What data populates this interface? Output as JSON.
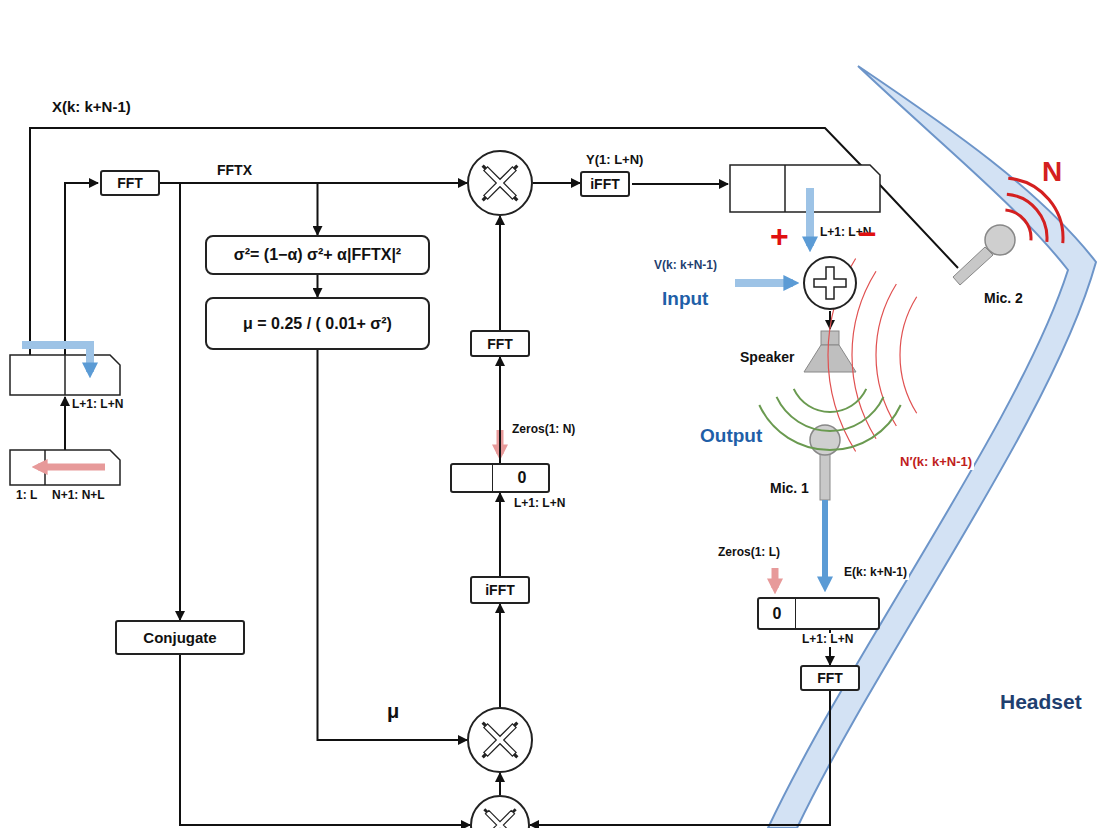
{
  "diagram": {
    "nodes": [
      {
        "text": [
          "FFT"
        ]
      },
      {
        "text": []
      },
      {
        "text": [
          "iFFT"
        ]
      },
      {
        "text": [
          "σ²= (1−α) σ²+ α|FFTX|²"
        ]
      },
      {
        "text": []
      },
      {
        "text": [
          "μ = 0.25 / ( 0.01+ σ²)"
        ]
      },
      {
        "text": [
          "FFT"
        ]
      },
      {
        "text": [
          "0"
        ]
      },
      {
        "text": [
          "iFFT"
        ]
      },
      {
        "text": []
      },
      {
        "text": [
          "Conjugate"
        ]
      },
      {
        "text": [
          "0"
        ]
      },
      {
        "text": [
          "FFT"
        ]
      },
      {
        "text": []
      }
    ],
    "edges": [
      {
        "from": 0,
        "to": 1,
        "arrow": "to"
      },
      {
        "from": 0,
        "to": 3,
        "arrow": "to"
      },
      {
        "from": 0,
        "to": 10,
        "arrow": "to"
      },
      {
        "from": 3,
        "to": 5,
        "arrow": "to"
      },
      {
        "from": 5,
        "to": 9,
        "arrow": "to"
      },
      {
        "from": 10,
        "to": 13,
        "arrow": "to"
      },
      {
        "from": 12,
        "to": 13,
        "arrow": "to"
      },
      {
        "from": 13,
        "to": 9,
        "arrow": "to"
      },
      {
        "from": 9,
        "to": 8,
        "arrow": "to"
      },
      {
        "from": 8,
        "to": 7,
        "arrow": "to"
      },
      {
        "from": 7,
        "to": 6,
        "arrow": "to"
      },
      {
        "from": 6,
        "to": 1,
        "arrow": "to"
      },
      {
        "from": 1,
        "to": 2,
        "arrow": "to"
      },
      {
        "from": 11,
        "to": 12,
        "arrow": "to"
      }
    ],
    "labels": [
      "X(k: k+N-1)",
      "FFTX",
      "L+1: L+N",
      "1: L",
      "N+1: N+L",
      "Y(1: L+N)",
      "L+1: L+N",
      "+",
      "−",
      "V(k: k+N-1)",
      "Input",
      "N",
      "Mic. 2",
      "Speaker",
      "Output",
      "N′(k: k+N-1)",
      "Mic. 1",
      "E(k: k+N-1)",
      "Zeros(1: L)",
      "L+1: L+N",
      "Zeros(1: N)",
      "L+1: L+N",
      "μ",
      "Headset"
    ]
  }
}
